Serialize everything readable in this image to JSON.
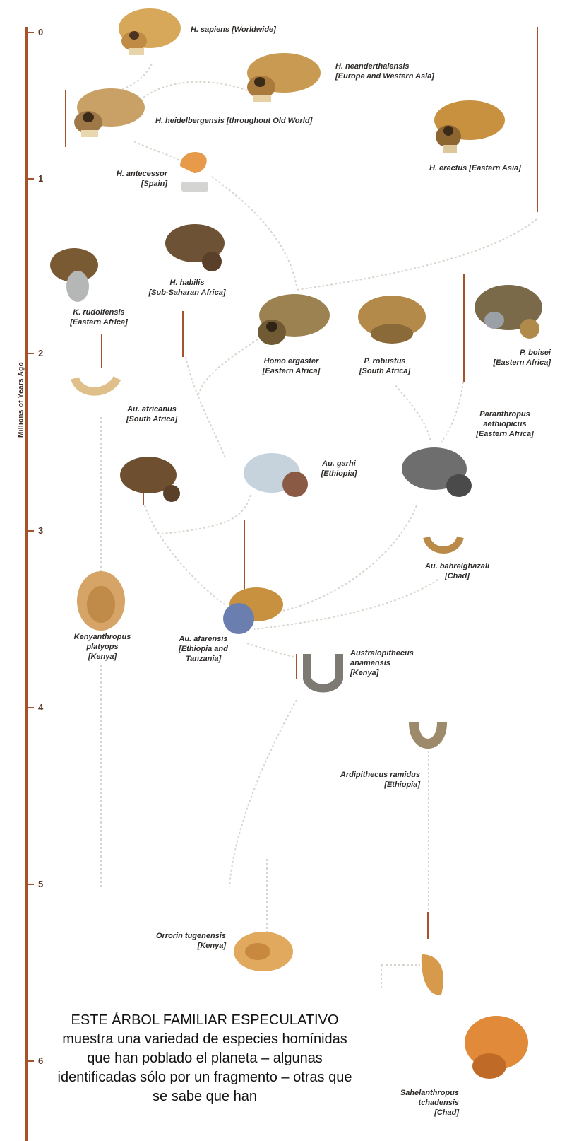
{
  "axis": {
    "title": "Millions of Years Ago",
    "ticks": [
      {
        "label": "0",
        "value": 0
      },
      {
        "label": "1",
        "value": 1
      },
      {
        "label": "2",
        "value": 2
      },
      {
        "label": "3",
        "value": 3
      },
      {
        "label": "4",
        "value": 4
      },
      {
        "label": "5",
        "value": 5
      },
      {
        "label": "6",
        "value": 6
      }
    ]
  },
  "species": {
    "sapiens": {
      "name": "H. sapiens",
      "region": "[Worldwide]"
    },
    "neanderthalensis": {
      "name": "H. neanderthalensis",
      "region": "[Europe and Western Asia]"
    },
    "heidelbergensis": {
      "name": "H. heidelbergensis",
      "region": "[throughout Old World]"
    },
    "erectus": {
      "name": "H. erectus",
      "region": "[Eastern Asia]"
    },
    "antecessor": {
      "name": "H. antecessor",
      "region": "[Spain]"
    },
    "rudolfensis": {
      "name": "K. rudolfensis",
      "region": "[Eastern Africa]"
    },
    "habilis": {
      "name": "H. habilis",
      "region": "[Sub-Saharan Africa]"
    },
    "ergaster": {
      "name": "Homo ergaster",
      "region": "[Eastern Africa]"
    },
    "robustus": {
      "name": "P. robustus",
      "region": "[South Africa]"
    },
    "boisei": {
      "name": "P. boisei",
      "region": "[Eastern Africa]"
    },
    "africanus": {
      "name": "Au. africanus",
      "region": "[South Africa]"
    },
    "garhi": {
      "name": "Au. garhi",
      "region": "[Ethiopia]"
    },
    "aethiopicus": {
      "name": "Paranthropus aethiopicus",
      "region": "[Eastern Africa]"
    },
    "bahrelghazali": {
      "name": "Au. bahrelghazali",
      "region": "[Chad]"
    },
    "kenyanthropus": {
      "name": "Kenyanthropus platyops",
      "region": "[Kenya]"
    },
    "afarensis": {
      "name": "Au. afarensis",
      "region": "[Ethiopia and Tanzania]"
    },
    "anamensis": {
      "name": "Australopithecus anamensis",
      "region": "[Kenya]"
    },
    "ramidus": {
      "name": "Ardipithecus ramidus",
      "region": "[Ethiopia]"
    },
    "orrorin": {
      "name": "Orrorin tugenensis",
      "region": "[Kenya]"
    },
    "sahelanthropus": {
      "name": "Sahelanthropus tchadensis",
      "region": "[Chad]"
    }
  },
  "caption": "ESTE ÁRBOL FAMILIAR ESPECULATIVO muestra una variedad de especies homínidas que han poblado el planeta – algunas identificadas sólo por un fragmento – otras que se sabe que han",
  "colors": {
    "axis": "#a8522c",
    "link": "#d9d4cc",
    "skull_light": "#d7a85a",
    "skull_dark": "#7a5a33",
    "skull_gray": "#b5b7b6",
    "skull_blue": "#6a7fb0",
    "skull_orange": "#e69a4a"
  }
}
